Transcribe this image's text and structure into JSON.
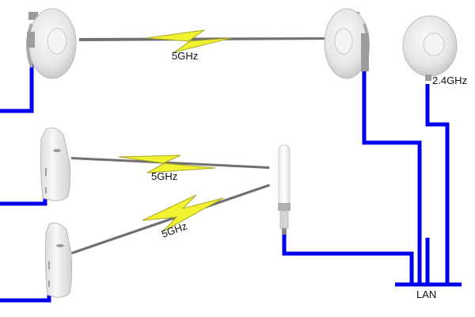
{
  "links": {
    "top": "5GHz",
    "middle": "5GHz",
    "lower": "5GHz"
  },
  "labels": {
    "dish_band": "2.4GHz",
    "lan": "LAN"
  },
  "colors": {
    "cable": "#0000ee",
    "bolt": "#f2f230",
    "bolt_outline": "#a8a820",
    "beam": "#707070",
    "device": "#eaeaea",
    "device_edge": "#b8b8b8"
  },
  "devices": [
    {
      "icon": "dish-antenna-icon",
      "role": "left-top"
    },
    {
      "icon": "dish-antenna-icon",
      "role": "right-top"
    },
    {
      "icon": "dish-antenna-icon",
      "role": "right-2.4GHz"
    },
    {
      "icon": "panel-antenna-icon",
      "role": "left-middle"
    },
    {
      "icon": "panel-antenna-icon",
      "role": "left-lower"
    },
    {
      "icon": "omni-antenna-icon",
      "role": "center"
    }
  ]
}
